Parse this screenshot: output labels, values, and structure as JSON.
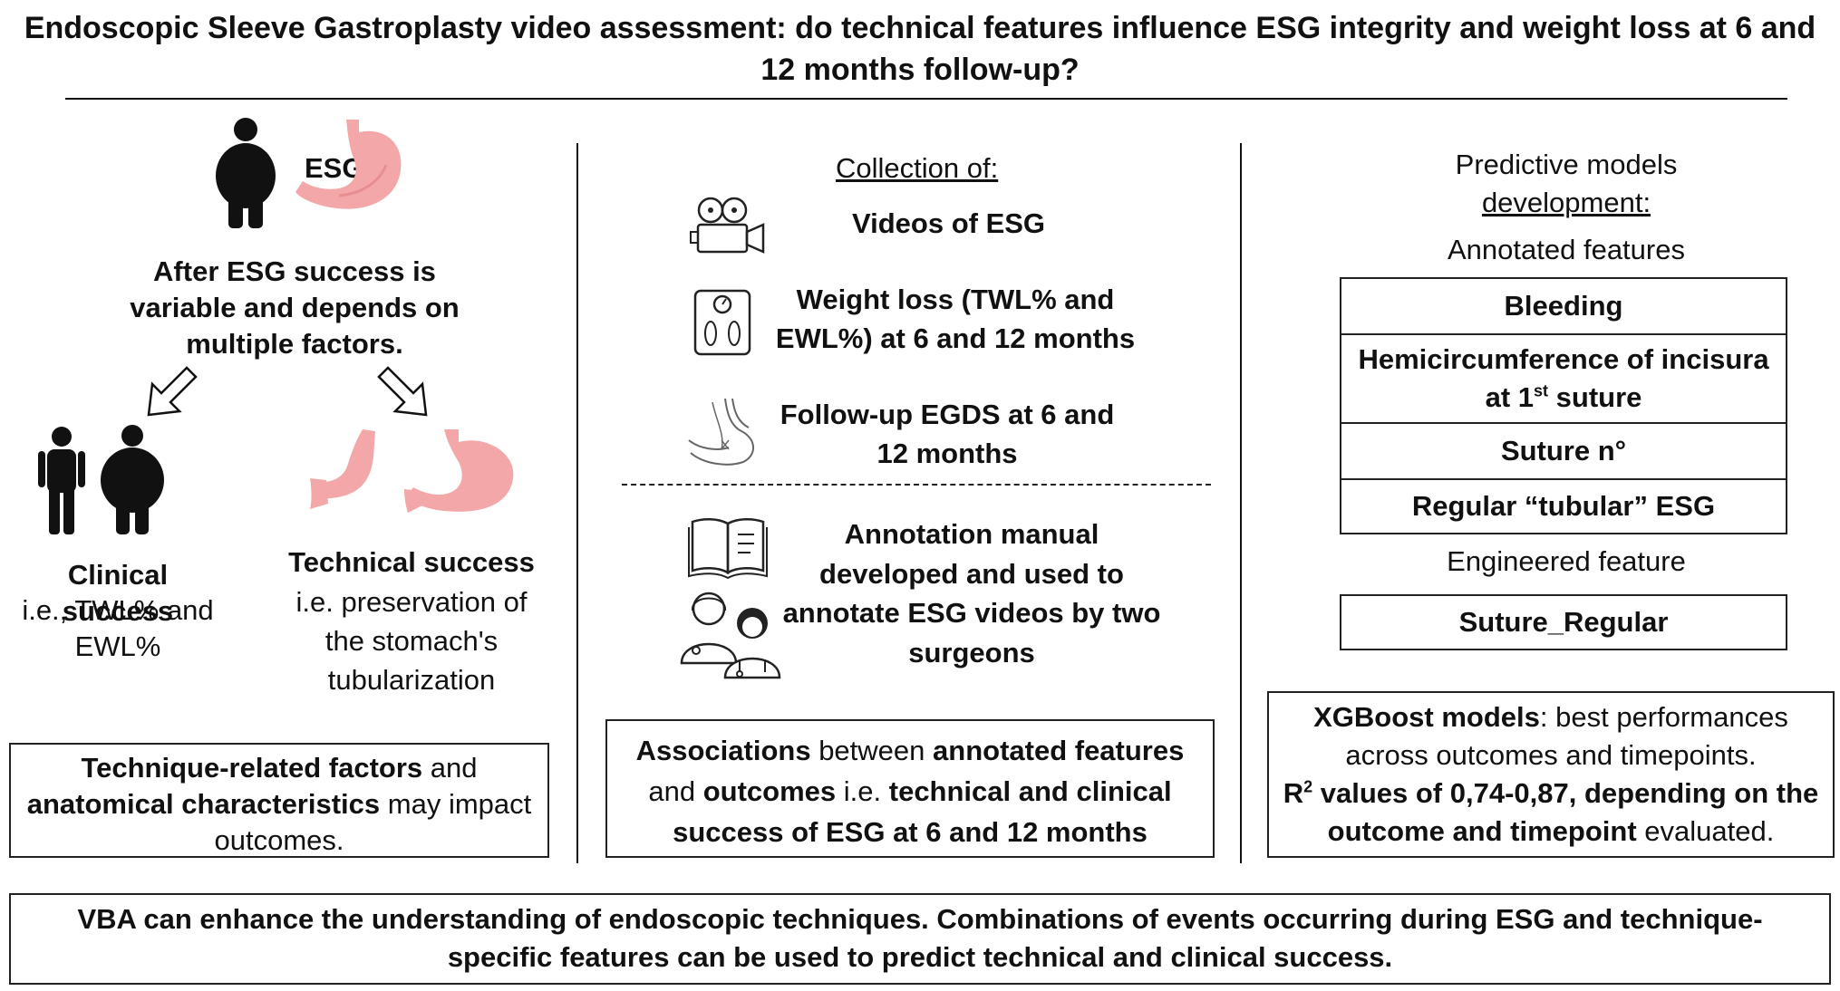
{
  "title": "Endoscopic Sleeve Gastroplasty video assessment: do technical features influence ESG integrity and weight loss at 6 and 12 months follow-up?",
  "left": {
    "esg_label": "ESG",
    "intro": "After ESG success is variable and depends on multiple factors.",
    "clinical_title": "Clinical success",
    "clinical_desc": "i.e., TWL% and EWL%",
    "technical_title": "Technical success",
    "technical_desc": "i.e. preservation of the stomach's tubularization",
    "box_b1": "Technique-related factors",
    "box_t1": " and ",
    "box_b2": "anatomical characteristics",
    "box_t2": " may impact outcomes."
  },
  "middle": {
    "collection_heading": "Collection of:",
    "item1": "Videos of ESG",
    "item2": "Weight loss (TWL% and EWL%) at 6 and 12 months",
    "item3": "Follow-up EGDS at 6 and 12 months",
    "item4": "Annotation manual developed and used to annotate ESG videos by two surgeons",
    "box_b1": "Associations",
    "box_t1": " between ",
    "box_b2": "annotated features",
    "box_t2": " and ",
    "box_b3": "outcomes",
    "box_t3": " i.e. ",
    "box_b4": "technical and clinical success of ESG at 6 and 12 months"
  },
  "right": {
    "heading_line1": "Predictive models",
    "heading_line2": "development:",
    "annotated_label": "Annotated features",
    "features": [
      "Bleeding",
      "Hemicircumference of incisura",
      "Suture n°",
      "Regular “tubular” ESG"
    ],
    "feature2_line2_pre": "at 1",
    "feature2_sup": "st",
    "feature2_line2_post": " suture",
    "engineered_label": "Engineered feature",
    "engineered_feature": "Suture_Regular",
    "box_b1": "XGBoost models",
    "box_t1": ": best performances across outcomes and timepoints.",
    "box_b2_pre": "R",
    "box_b2_sup": "2",
    "box_b2": " values of 0,74-0,87, depending on the outcome and timepoint",
    "box_t2": " evaluated."
  },
  "conclusion": "VBA can enhance the understanding of endoscopic techniques. Combinations of events occurring during ESG and technique-specific features can be used to predict technical and clinical success.",
  "colors": {
    "stomach": "#f4a7a8",
    "stomach_dark": "#e88d90",
    "line": "#111111"
  }
}
